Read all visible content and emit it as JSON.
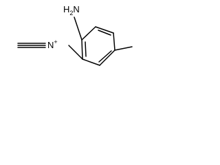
{
  "molecule": {
    "amino_group": {
      "element": "H",
      "count": "2",
      "attached": "N"
    },
    "diazonium_group": {
      "label": "N",
      "charge": "+"
    }
  }
}
